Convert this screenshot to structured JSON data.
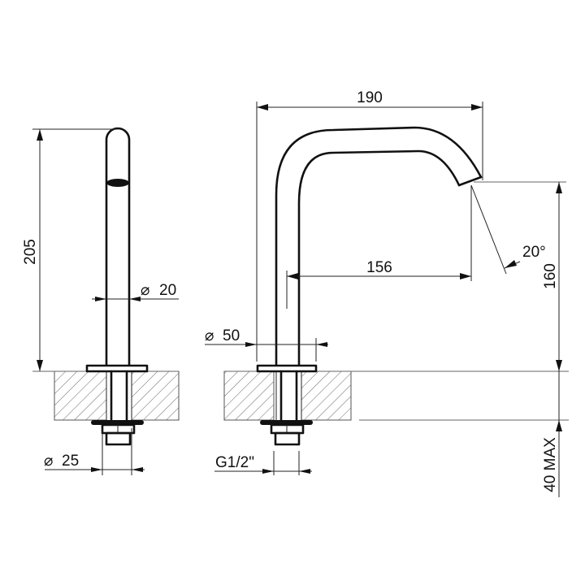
{
  "drawing": {
    "title": "Deck-mounted spout technical drawing",
    "line_color": "#111111",
    "hatch_color": "#555555",
    "background": "#ffffff"
  },
  "side_view": {
    "height_label": "205",
    "pipe_diameter_label": "20",
    "base_diameter_label": "25",
    "diameter_symbol": "⌀"
  },
  "front_view": {
    "reach_label": "190",
    "inner_reach_label": "156",
    "spout_height_label": "160",
    "angle_label": "20°",
    "flange_diameter_label": "50",
    "thread_label": "G1/2\"",
    "deck_thickness_label": "40 MAX",
    "diameter_symbol": "⌀"
  }
}
